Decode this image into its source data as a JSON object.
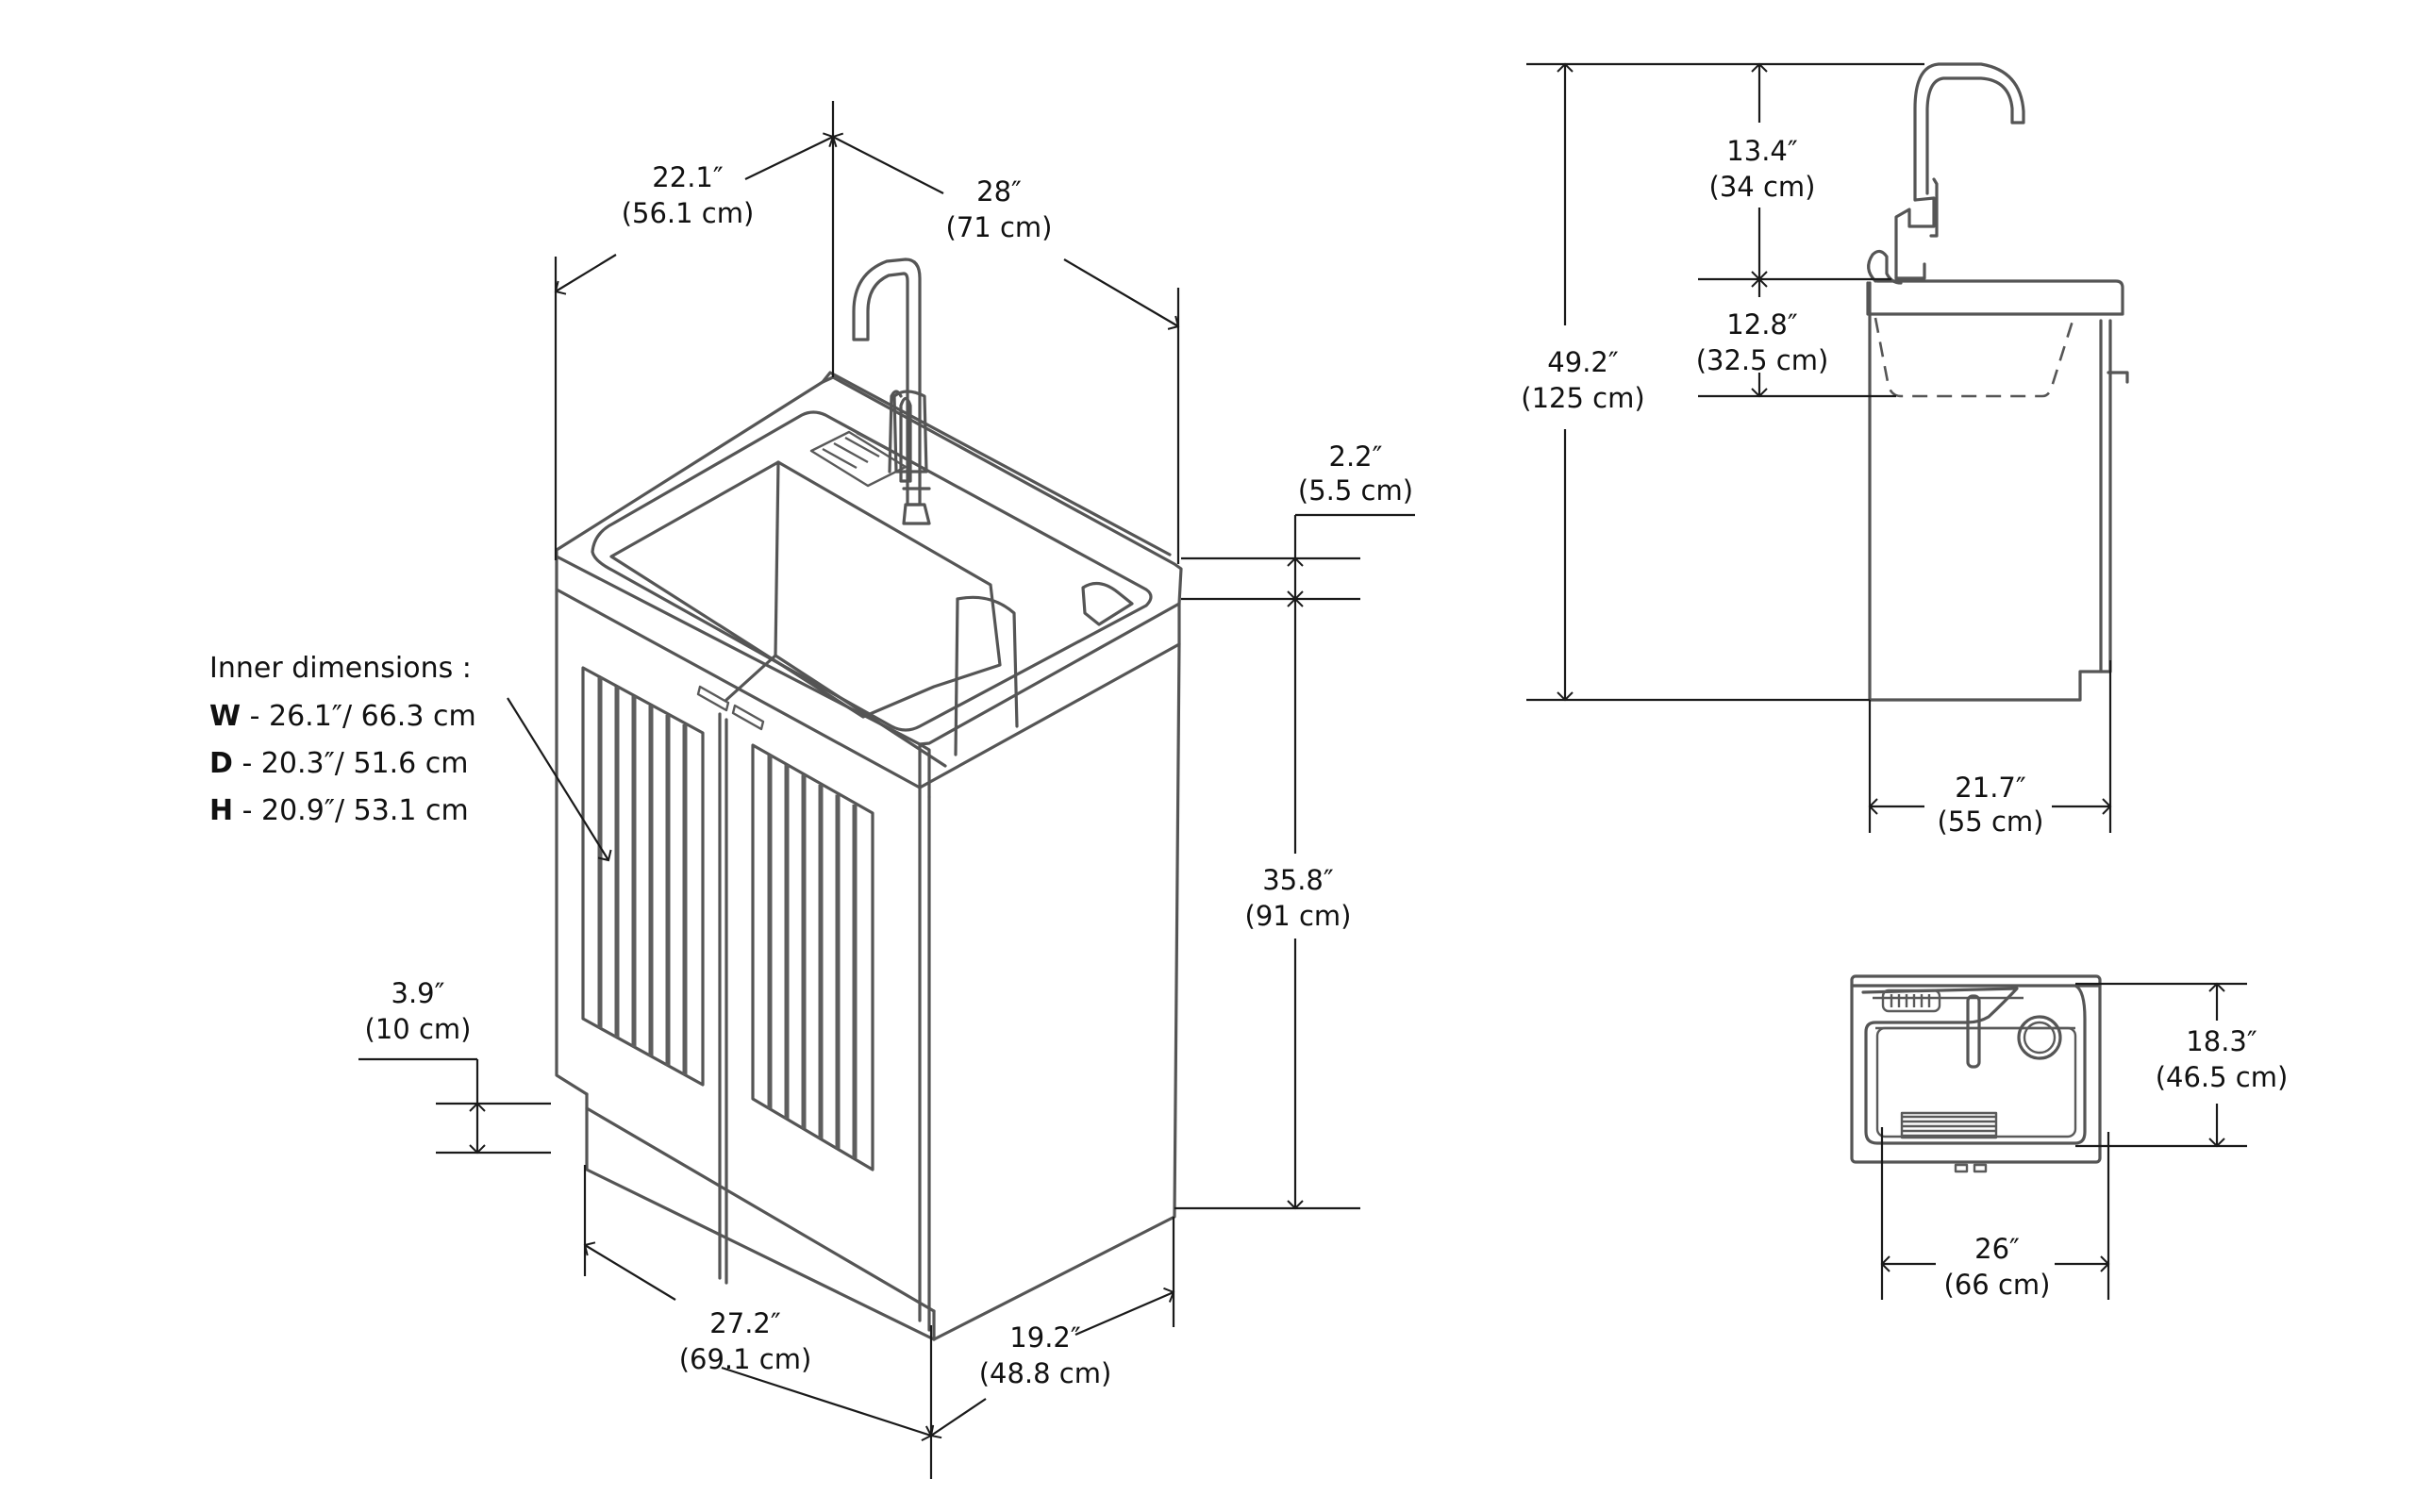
{
  "diagram": {
    "subject": "Laundry sink cabinet with faucet",
    "views": [
      "isometric",
      "side",
      "top"
    ],
    "colors": {
      "line": "#555555",
      "dimension_line": "#1a1a1a",
      "text": "#111111",
      "background": "#ffffff"
    }
  },
  "isometric": {
    "depth": {
      "in": "22.1″",
      "cm": "(56.1 cm)"
    },
    "width": {
      "in": "28″",
      "cm": "(71 cm)"
    },
    "countertop_thickness": {
      "in": "2.2″",
      "cm": "(5.5 cm)"
    },
    "cabinet_height": {
      "in": "35.8″",
      "cm": "(91 cm)"
    },
    "toe_kick": {
      "in": "3.9″",
      "cm": "(10 cm)"
    },
    "base_width": {
      "in": "27.2″",
      "cm": "(69.1 cm)"
    },
    "base_depth": {
      "in": "19.2″",
      "cm": "(48.8 cm)"
    }
  },
  "inner_dimensions": {
    "title": "Inner dimensions   :",
    "rows": [
      {
        "key": "W",
        "text": " - 26.1″/ 66.3 cm"
      },
      {
        "key": "D",
        "text": " - 20.3″/ 51.6 cm"
      },
      {
        "key": "H",
        "text": " - 20.9″/ 53.1 cm"
      }
    ]
  },
  "side_view": {
    "total_height": {
      "in": "49.2″",
      "cm": "(125 cm)"
    },
    "faucet_height": {
      "in": "13.4″",
      "cm": "(34 cm)"
    },
    "basin_depth": {
      "in": "12.8″",
      "cm": "(32.5 cm)"
    },
    "depth": {
      "in": "21.7″",
      "cm": "(55 cm)"
    }
  },
  "top_view": {
    "basin_depth": {
      "in": "18.3″",
      "cm": "(46.5 cm)"
    },
    "basin_width": {
      "in": "26″",
      "cm": "(66 cm)"
    }
  }
}
